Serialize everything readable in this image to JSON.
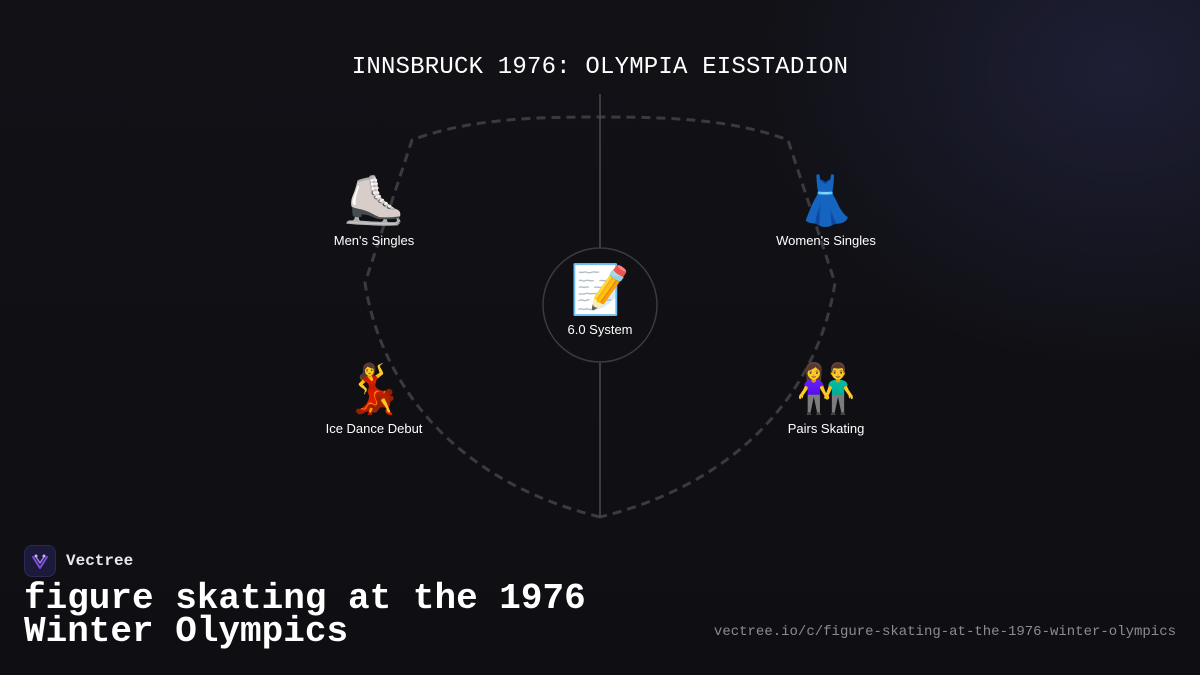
{
  "diagram": {
    "title": "INNSBRUCK 1976: OLYMPIA EISSTADION",
    "center": {
      "emoji": "📝",
      "label": "6.0 System",
      "icon": "memo-icon"
    },
    "nodes": [
      {
        "emoji": "⛸️",
        "label": "Men's Singles",
        "icon": "ice-skate-icon"
      },
      {
        "emoji": "👗",
        "label": "Women's Singles",
        "icon": "dress-icon"
      },
      {
        "emoji": "💃",
        "label": "Ice Dance Debut",
        "icon": "dancer-icon"
      },
      {
        "emoji": "👫",
        "label": "Pairs Skating",
        "icon": "couple-icon"
      }
    ]
  },
  "brand": {
    "name": "Vectree",
    "logo_icon": "vectree-logo-icon",
    "accent": "#7b4fd6"
  },
  "headline": "figure skating at the 1976 Winter Olympics",
  "url": "vectree.io/c/figure-skating-at-the-1976-winter-olympics",
  "colors": {
    "background": "#0f0f13",
    "outline": "#3a3a40",
    "divider": "#4a4a50",
    "text": "#ffffff",
    "muted": "#8a8a92"
  }
}
